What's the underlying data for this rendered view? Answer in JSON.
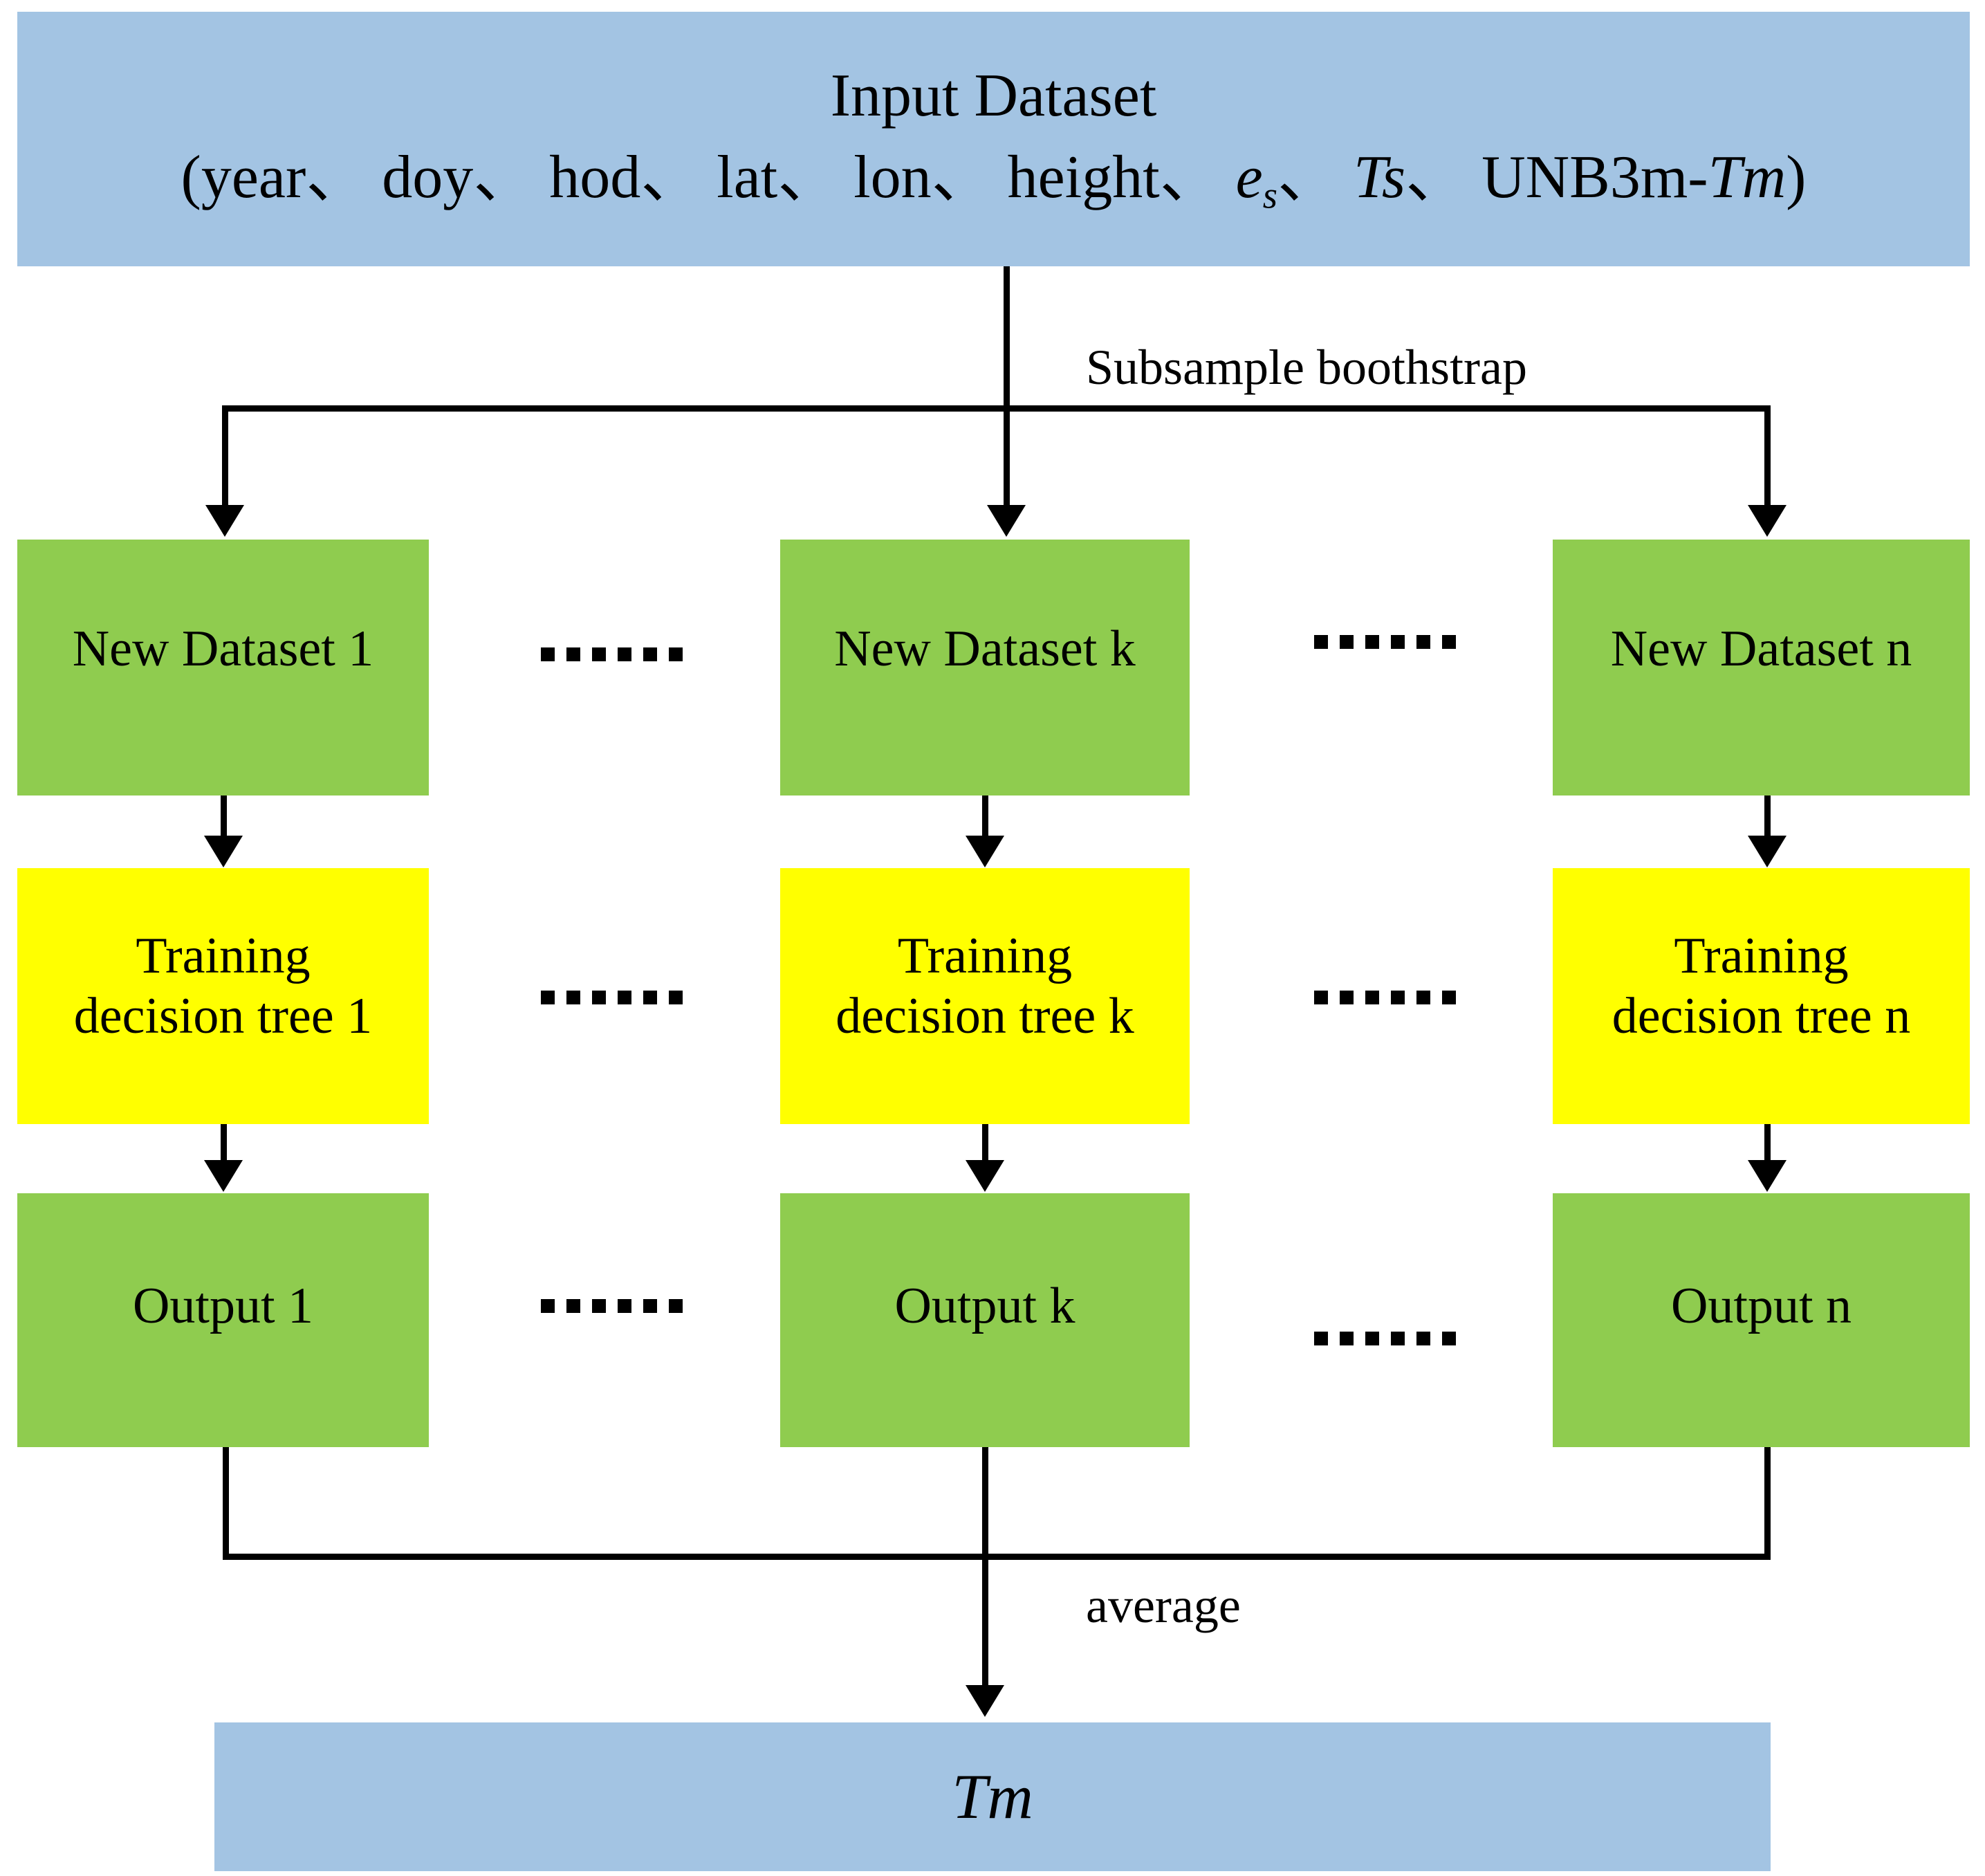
{
  "diagram": {
    "title_box": {
      "line1": "Input Dataset",
      "line2_prefix": "(year、 doy、 hod、 lat、 lon、 height、 ",
      "var_es": "e",
      "var_es_sub": "s",
      "sep1": "、 ",
      "var_ts": "Ts",
      "sep2": "、 UNB3m-",
      "var_tm": "Tm",
      "line2_suffix": ")"
    },
    "edge_labels": {
      "subsample": "Subsample boothstrap",
      "average": "average"
    },
    "columns": [
      {
        "dataset": "New Dataset 1",
        "training_l1": "Training",
        "training_l2": "decision tree 1",
        "output": "Output 1"
      },
      {
        "dataset": "New Dataset k",
        "training_l1": "Training",
        "training_l2": "decision tree k",
        "output": "Output k"
      },
      {
        "dataset": "New Dataset n",
        "training_l1": "Training",
        "training_l2": "decision tree n",
        "output": "Output n"
      }
    ],
    "ellipsis": "……",
    "result_box": {
      "label": "Tm"
    },
    "colors": {
      "input_box": "#a3c4e3",
      "dataset_box": "#8fcc4f",
      "training_box": "#ffff00",
      "output_box": "#8fcc4f",
      "result_box": "#a3c4e3",
      "connector": "#000000",
      "background": "#ffffff"
    }
  }
}
